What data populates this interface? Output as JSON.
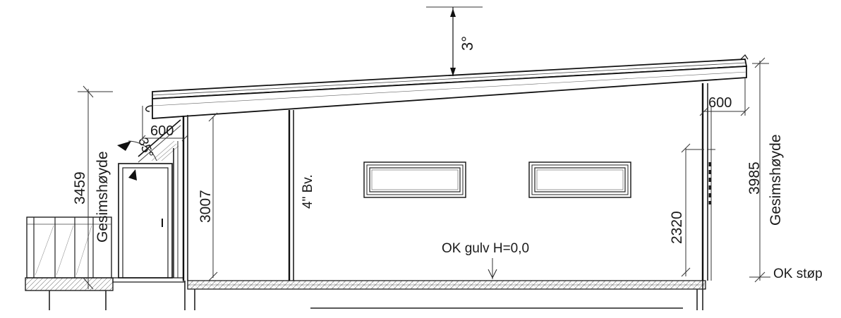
{
  "annotations": {
    "roof_pitch_main": "3°",
    "roof_pitch_small": "35°",
    "overhang_left": "600",
    "overhang_right": "600",
    "eave_height_left_value": "3459",
    "eave_height_left_label": "Gesimshøyde",
    "eave_height_right_value": "3985",
    "eave_height_right_label": "Gesimshøyde",
    "wall_height_left": "3007",
    "wall_height_right": "2320",
    "wall_type": "4\" Bv.",
    "floor_level": "OK gulv H=0,0",
    "foundation_level": "OK støp"
  }
}
